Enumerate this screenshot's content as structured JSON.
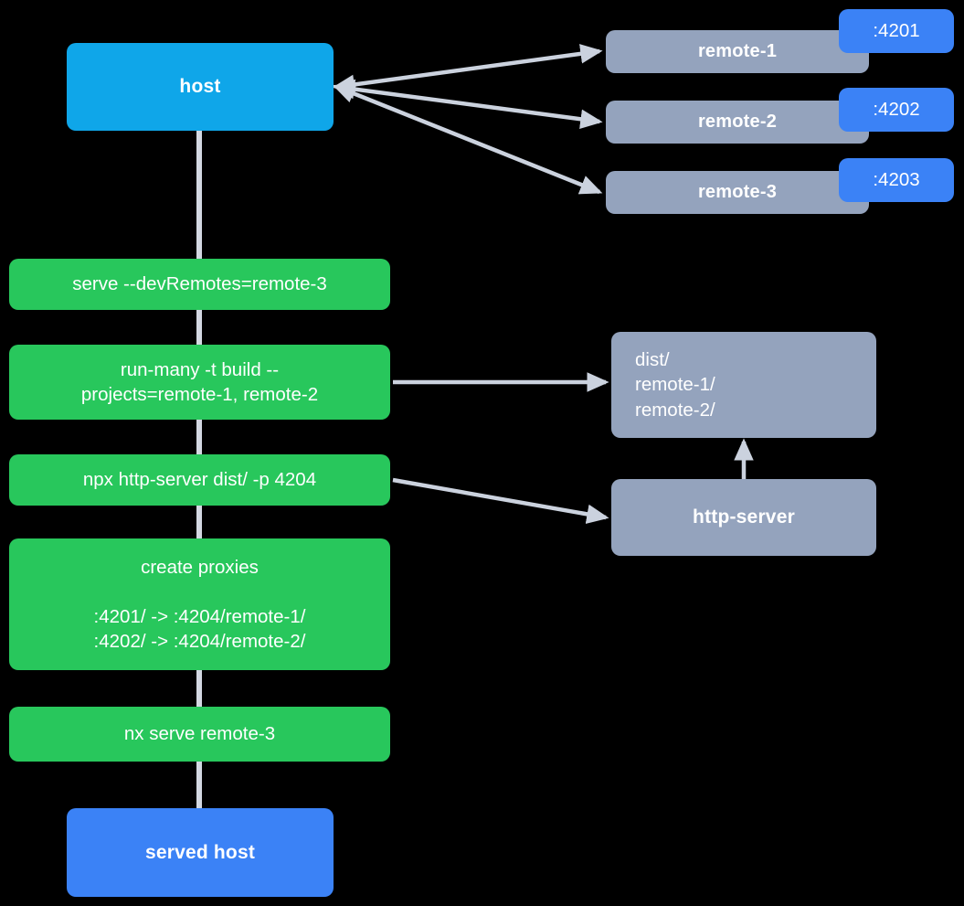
{
  "diagram": {
    "title": "Nx module federation host and remotes dev-serve flow",
    "background_color": "#000000",
    "colors": {
      "host": "#0fa6e9",
      "served_host": "#3b82f6",
      "command": "#28c75c",
      "remote": "#94a3bd",
      "port_badge": "#3b82f6",
      "connector": "#d3d8e2",
      "text": "#ffffff"
    }
  },
  "nodes": {
    "host": {
      "label": "host"
    },
    "served_host": {
      "label": "served host"
    },
    "remotes": [
      {
        "label": "remote-1",
        "port": ":4201"
      },
      {
        "label": "remote-2",
        "port": ":4202"
      },
      {
        "label": "remote-3",
        "port": ":4203"
      }
    ],
    "commands": [
      {
        "label": "serve --devRemotes=remote-3"
      },
      {
        "label": "run-many -t build --\nprojects=remote-1, remote-2"
      },
      {
        "label": "npx http-server dist/ -p 4204"
      },
      {
        "label": "create proxies\n\n:4201/ -> :4204/remote-1/\n:4202/ -> :4204/remote-2/"
      },
      {
        "label": "nx serve remote-3"
      }
    ],
    "dist": {
      "label": "dist/\n     remote-1/\n     remote-2/"
    },
    "http_server": {
      "label": "http-server"
    }
  }
}
